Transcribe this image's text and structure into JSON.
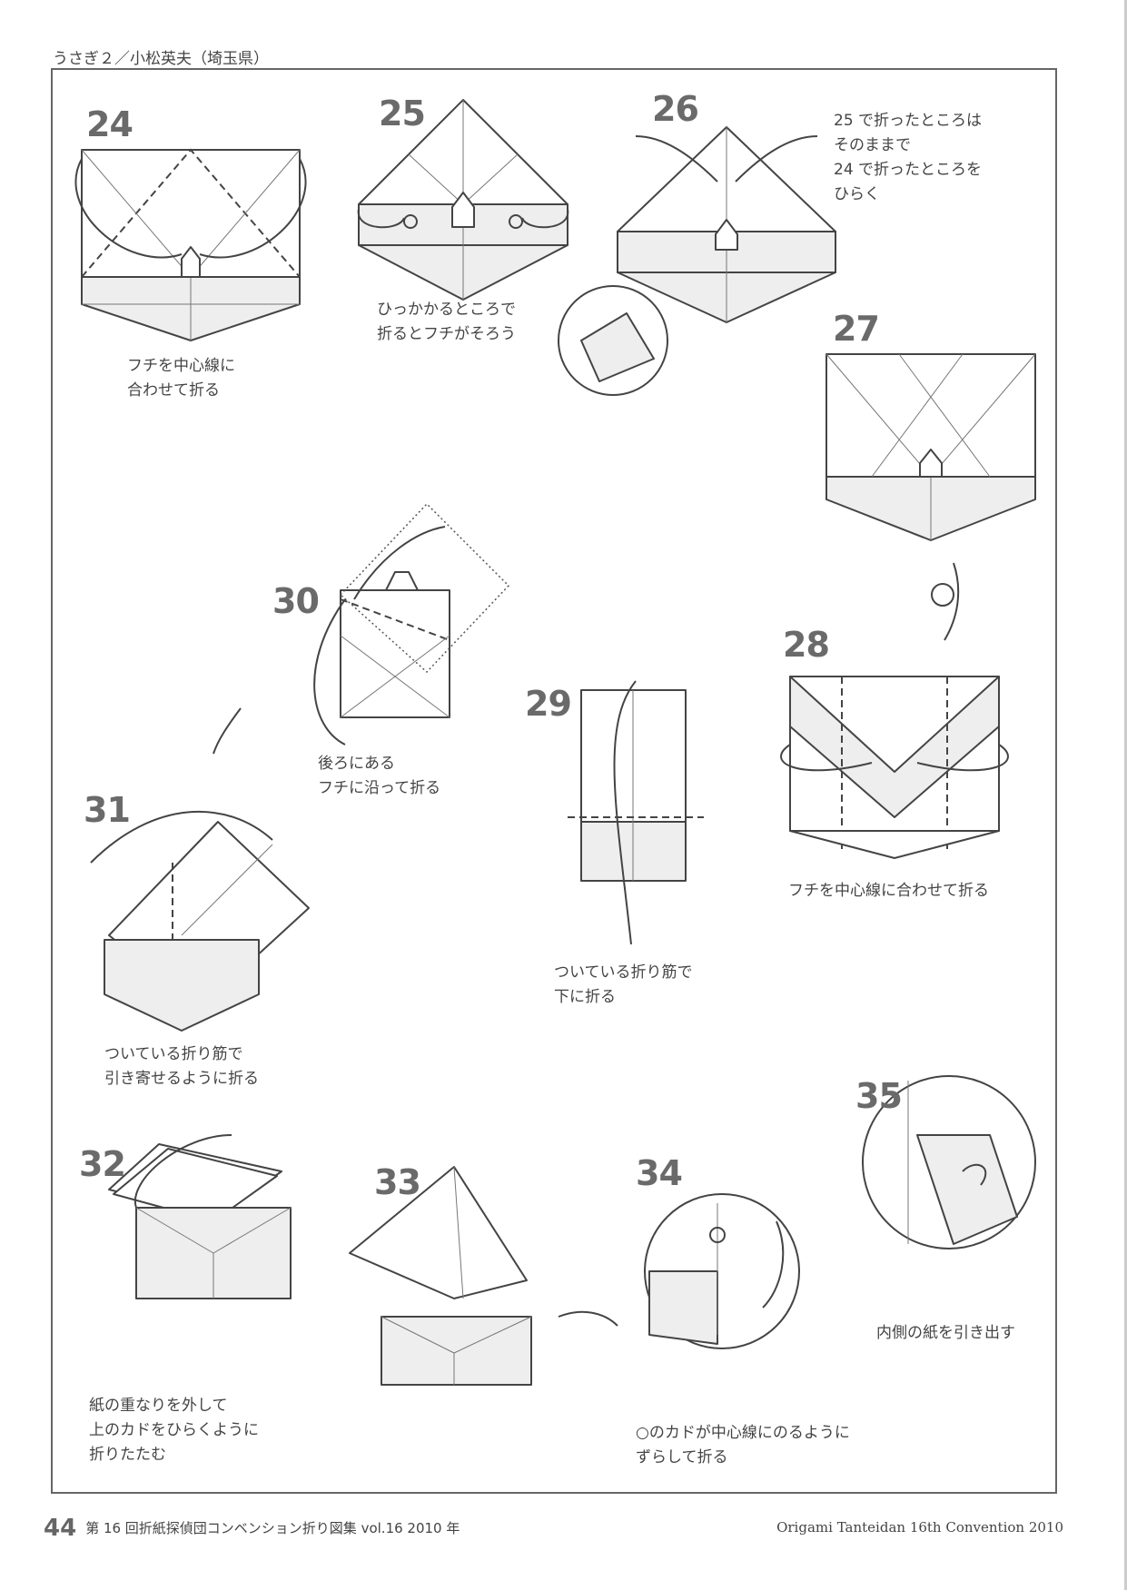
{
  "header": {
    "title": "うさぎ２／小松英夫（埼玉県）"
  },
  "steps": [
    {
      "num": "24",
      "caption": "フチを中心線に\n合わせて折る"
    },
    {
      "num": "25",
      "caption": "ひっかかるところで\n折るとフチがそろう"
    },
    {
      "num": "26",
      "caption": "25 で折ったところは\nそのままで\n24 で折ったところを\nひらく"
    },
    {
      "num": "27",
      "caption": ""
    },
    {
      "num": "28",
      "caption": "フチを中心線に合わせて折る"
    },
    {
      "num": "29",
      "caption": "ついている折り筋で\n下に折る"
    },
    {
      "num": "30",
      "caption": "後ろにある\nフチに沿って折る"
    },
    {
      "num": "31",
      "caption": "ついている折り筋で\n引き寄せるように折る"
    },
    {
      "num": "32",
      "caption": "紙の重なりを外して\n上のカドをひらくように\n折りたたむ"
    },
    {
      "num": "33",
      "caption": ""
    },
    {
      "num": "34",
      "caption": "○のカドが中心線にのるように\nずらして折る"
    },
    {
      "num": "35",
      "caption": "内側の紙を引き出す"
    }
  ],
  "footer": {
    "page": "44",
    "left_text": "第 16 回折紙探偵団コンベンション折り図集 vol.16 2010 年",
    "right_text": "Origami Tanteidan 16th Convention 2010"
  }
}
